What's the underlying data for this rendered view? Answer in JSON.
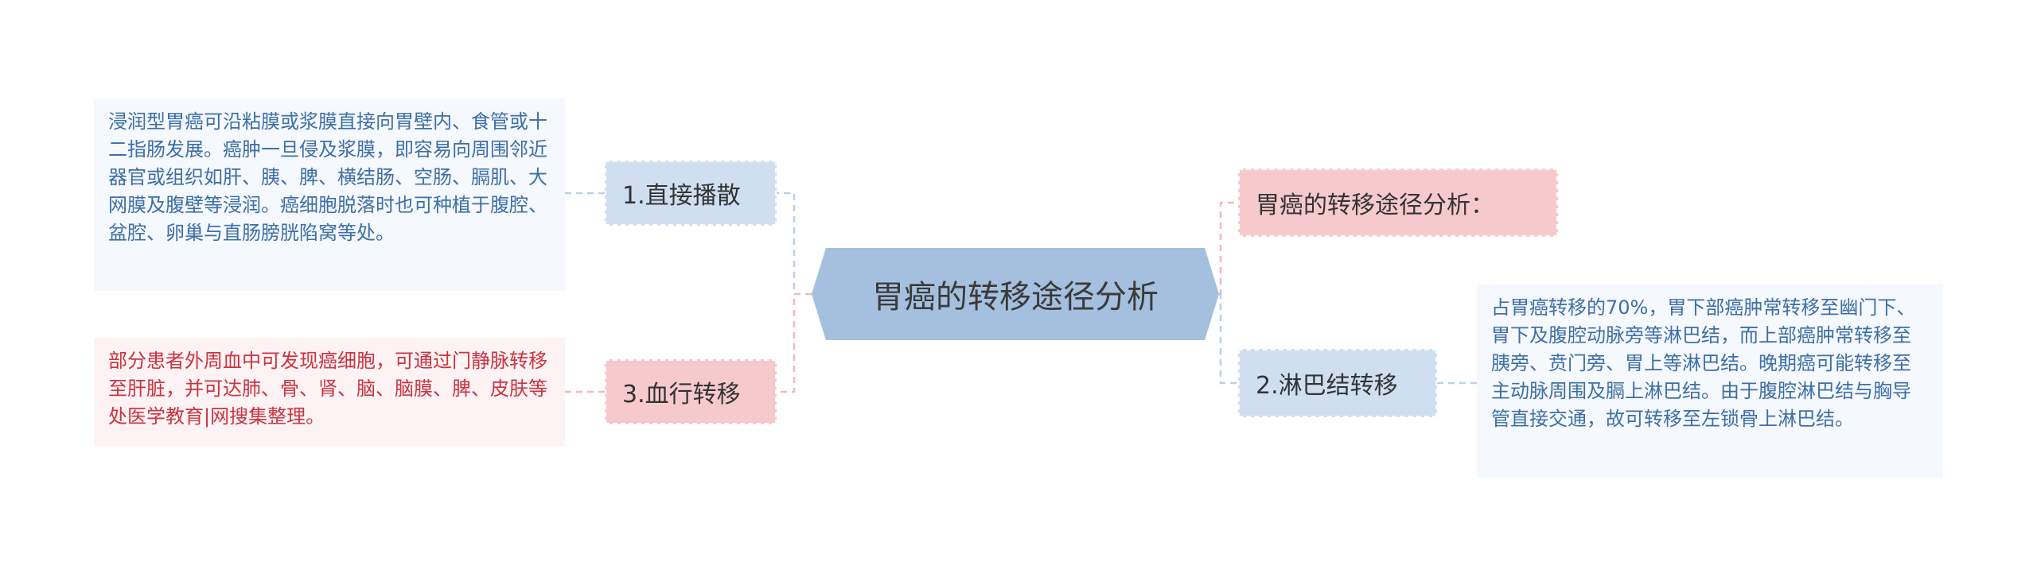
{
  "central": {
    "label": "胃癌的转移途径分析"
  },
  "branches": {
    "direct": {
      "label": "1.直接播散",
      "detail": "浸润型胃癌可沿粘膜或浆膜直接向胃壁内、食管或十二指肠发展。癌肿一旦侵及浆膜，即容易向周围邻近器官或组织如肝、胰、脾、横结肠、空肠、膈肌、大网膜及腹壁等浸润。癌细胞脱落时也可种植于腹腔、盆腔、卵巢与直肠膀胱陷窝等处。"
    },
    "blood": {
      "label": "3.血行转移",
      "detail": "部分患者外周血中可发现癌细胞，可通过门静脉转移至肝脏，并可达肺、骨、肾、脑、脑膜、脾、皮肤等处医学教育|网搜集整理。"
    },
    "title": {
      "label": "胃癌的转移途径分析："
    },
    "lymph": {
      "label": "2.淋巴结转移",
      "detail": "占胃癌转移的70%，胃下部癌肿常转移至幽门下、胃下及腹腔动脉旁等淋巴结，而上部癌肿常转移至胰旁、贲门旁、胃上等淋巴结。晚期癌可能转移至主动脉周围及膈上淋巴结。由于腹腔淋巴结与胸导管直接交通，故可转移至左锁骨上淋巴结。"
    }
  },
  "colors": {
    "central_fill": "#a4c0de",
    "blue_branch": "#cfdff0",
    "pink_branch": "#f6cacd",
    "blue_text": "#3d6fa8",
    "red_text": "#cc3340",
    "connector_blue": "#b9d0e8",
    "connector_pink": "#f3b9bd"
  }
}
